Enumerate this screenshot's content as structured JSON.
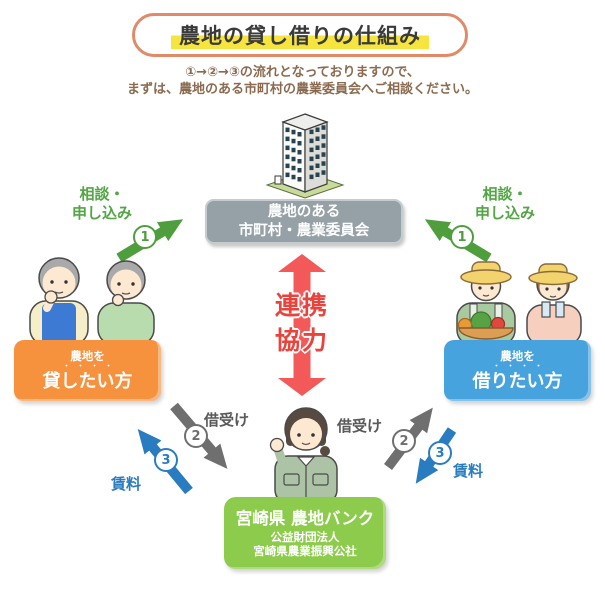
{
  "title": "農地の貸し借りの仕組み",
  "subtitle": {
    "line1": "①→②→③の流れとなっておりますので、",
    "line2": "まずは、農地のある市町村の農業委員会へご相談ください。"
  },
  "committee_box": {
    "line1": "農地のある",
    "line2": "市町村・農業委員会"
  },
  "lender_box": {
    "top": "農地を",
    "dots": "・・・・",
    "main": "貸したい方"
  },
  "borrower_box": {
    "top": "農地を",
    "dots": "・・・・",
    "main": "借りたい方"
  },
  "bank_box": {
    "name": "宮崎県 農地バンク",
    "org1": "公益財団法人",
    "org2": "宮崎県農業振興公社"
  },
  "labels": {
    "consult_line1": "相談・",
    "consult_line2": "申し込み",
    "cooperate_line1": "連携",
    "cooperate_line2": "協力",
    "lease": "借受け",
    "rent": "賃料"
  },
  "steps": {
    "one": "1",
    "two": "2",
    "three": "3"
  },
  "colors": {
    "title_border": "#e08a68",
    "title_highlight": "#f6e53e",
    "subtitle_text": "#8b6b50",
    "committee_gray": "#96a1a7",
    "lender_orange": "#f6913e",
    "borrower_blue": "#47a3dd",
    "bank_green": "#8ccb4b",
    "arrow_green": "#4f9e3e",
    "arrow_red": "#f4595a",
    "arrow_gray": "#6f6f6f",
    "arrow_blue": "#2a7cc0"
  }
}
